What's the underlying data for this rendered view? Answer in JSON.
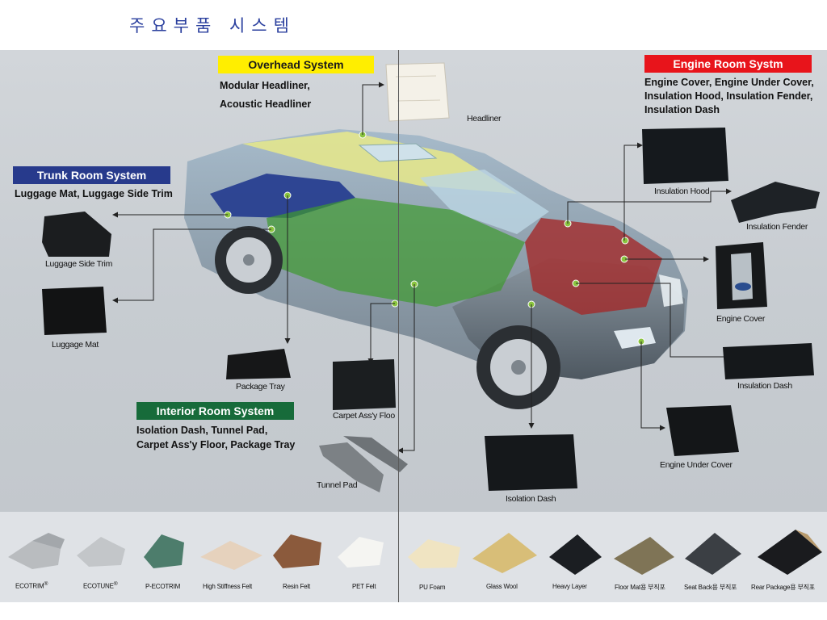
{
  "title": "주요부품 시스템",
  "systems": {
    "overhead": {
      "title": "Overhead System",
      "desc1": "Modular Headliner,",
      "desc2": "Acoustic Headliner",
      "color": "#ffee00"
    },
    "engine": {
      "title": "Engine Room Systm",
      "desc1": "Engine Cover, Engine Under Cover,",
      "desc2": "Insulation Hood, Insulation Fender,",
      "desc3": "Insulation Dash",
      "color": "#e8141b"
    },
    "trunk": {
      "title": "Trunk Room System",
      "desc1": "Luggage Mat, Luggage Side Trim",
      "color": "#273a8c"
    },
    "interior": {
      "title": "Interior Room System",
      "desc1": "Isolation Dash, Tunnel Pad,",
      "desc2": "Carpet Ass'y Floor, Package Tray",
      "color": "#176b3a"
    }
  },
  "parts": {
    "headliner": "Headliner",
    "insulation_hood": "Insulation Hood",
    "insulation_fender": "Insulation Fender",
    "engine_cover": "Engine Cover",
    "insulation_dash": "Insulation Dash",
    "engine_under_cover": "Engine Under Cover",
    "isolation_dash": "Isolation Dash",
    "luggage_side_trim": "Luggage Side Trim",
    "luggage_mat": "Luggage Mat",
    "package_tray": "Package Tray",
    "carpet_floor": "Carpet Ass'y Floo",
    "tunnel_pad": "Tunnel Pad"
  },
  "materials": [
    {
      "label": "ECOTRIM",
      "mark": "®"
    },
    {
      "label": "ECOTUNE",
      "mark": "®"
    },
    {
      "label": "P-ECOTRIM",
      "mark": ""
    },
    {
      "label": "High Stiffness Felt",
      "mark": ""
    },
    {
      "label": "Resin Felt",
      "mark": ""
    },
    {
      "label": "PET Felt",
      "mark": ""
    },
    {
      "label": "PU Foam",
      "mark": ""
    },
    {
      "label": "Glass Wool",
      "mark": ""
    },
    {
      "label": "Heavy Layer",
      "mark": ""
    },
    {
      "label": "Floor Mat용 부직포",
      "mark": ""
    },
    {
      "label": "Seat Back용 부직포",
      "mark": ""
    },
    {
      "label": "Rear Package용 부직포",
      "mark": ""
    }
  ]
}
